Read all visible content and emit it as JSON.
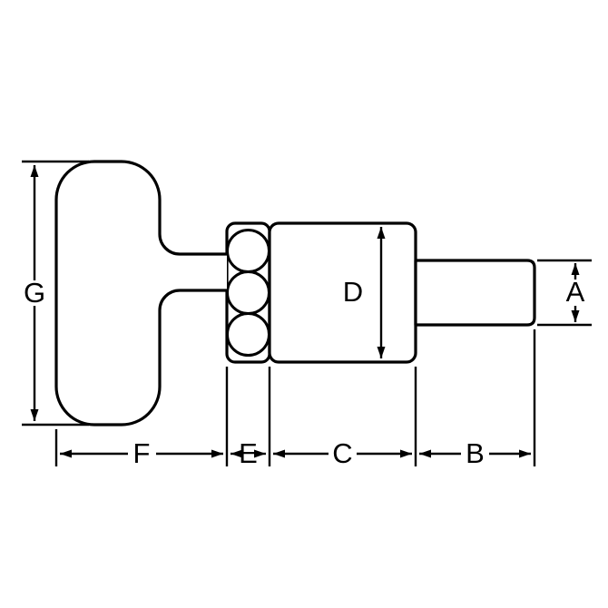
{
  "diagram": {
    "type": "technical-dimension-drawing",
    "colors": {
      "line": "#000000",
      "background": "#ffffff"
    },
    "labels": {
      "a": "A",
      "b": "B",
      "c": "C",
      "d": "D",
      "e": "E",
      "f": "F",
      "g": "G"
    }
  }
}
